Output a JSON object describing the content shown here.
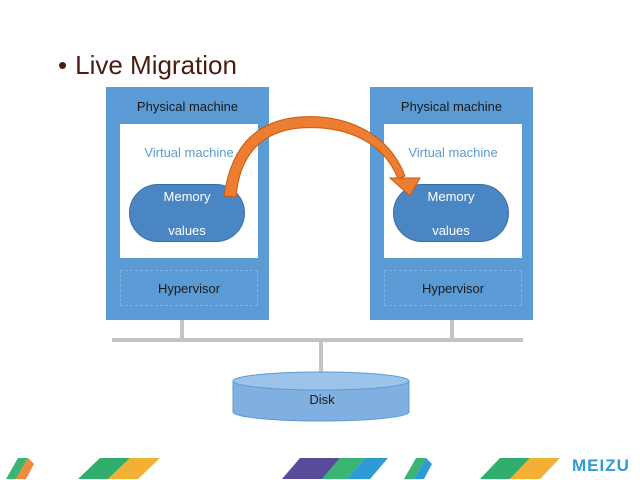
{
  "title": {
    "bullet": "•",
    "text": "Live Migration"
  },
  "left_machine": {
    "physical_label": "Physical machine",
    "vm_label": "Virtual machine",
    "memory_line1": "Memory",
    "memory_line2": "values",
    "hypervisor_label": "Hypervisor"
  },
  "right_machine": {
    "physical_label": "Physical machine",
    "vm_label": "Virtual machine",
    "memory_line1": "Memory",
    "memory_line2": "values",
    "hypervisor_label": "Hypervisor"
  },
  "disk": {
    "label": "Disk"
  },
  "footer": {
    "logo_text": "MEIZU"
  },
  "colors": {
    "machine_fill": "#5b9bd5",
    "memory_fill": "#4a86c4",
    "arrow": "#ed7d31",
    "disk_fill": "#7fb0e0",
    "title_text": "#4a1d12",
    "brand": "#2e9ad6"
  }
}
